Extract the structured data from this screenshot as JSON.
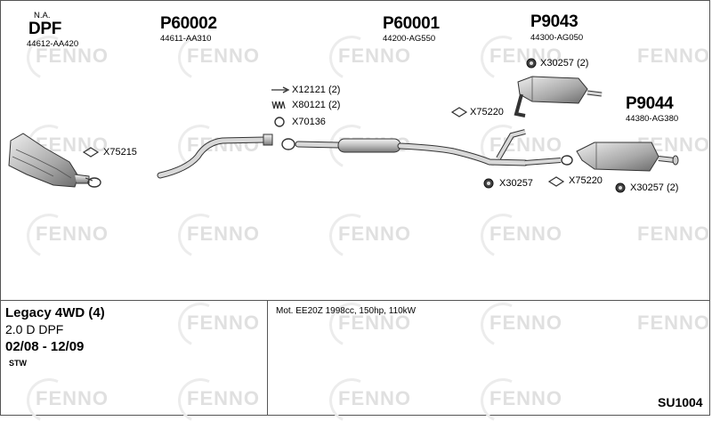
{
  "watermark": "FENNO",
  "parts": {
    "dpf": {
      "note": "N.A.",
      "number": "DPF",
      "oe": "44612-AA420"
    },
    "p60002": {
      "number": "P60002",
      "oe": "44611-AA310"
    },
    "p60001": {
      "number": "P60001",
      "oe": "44200-AG550"
    },
    "p9043": {
      "number": "P9043",
      "oe": "44300-AG050"
    },
    "p9044": {
      "number": "P9044",
      "oe": "44380-AG380"
    }
  },
  "accessories": {
    "x30257_top": "X30257 (2)",
    "x12121": "X12121 (2)",
    "x80121": "X80121 (2)",
    "x70136": "X70136",
    "x75220_mid": "X75220",
    "x75215": "X75215",
    "x30257_a": "X30257",
    "x75220_b": "X75220",
    "x30257_b": "X30257 (2)"
  },
  "vehicle": {
    "model": "Legacy 4WD (4)",
    "engine": "2.0 D DPF",
    "years": "02/08 - 12/09",
    "body": "STW"
  },
  "motor": "Mot. EE20Z 1998cc, 150hp, 110kW",
  "code": "SU1004"
}
